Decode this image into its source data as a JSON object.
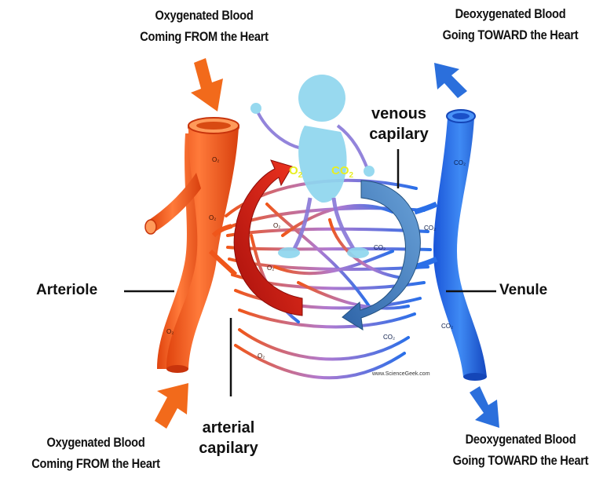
{
  "labels": {
    "top_left": [
      "Oxygenated Blood",
      "Coming FROM the Heart"
    ],
    "bottom_left": [
      "Oxygenated Blood",
      "Coming FROM the Heart"
    ],
    "top_right": [
      "Deoxygenated Blood",
      "Going TOWARD the Heart"
    ],
    "bottom_right": [
      "Deoxygenated Blood",
      "Going TOWARD the Heart"
    ],
    "arteriole": "Arteriole",
    "venule": "Venule",
    "arterial_capillary": [
      "arterial",
      "capilary"
    ],
    "venous_capillary": [
      "venous",
      "capilary"
    ],
    "o2": "O",
    "o2_sub": "2",
    "co2": "CO",
    "co2_sub": "2",
    "vessel_o2": "O₂",
    "vessel_co2": "CO₂",
    "watermark": "www.ScienceGeek.com"
  },
  "colors": {
    "artery": "#f0561a",
    "artery_dark": "#c8340c",
    "vein": "#2a6fe8",
    "vein_dark": "#1446b8",
    "capillary_mid": "#b07ad0",
    "arrow_orange": "#f26a1b",
    "arrow_blue": "#2b6fdc",
    "figure": "#8fd6ee",
    "o2_text": "#e8ee22",
    "red_arrow": "#d8201a",
    "blue_arrow": "#3d7dc4"
  }
}
